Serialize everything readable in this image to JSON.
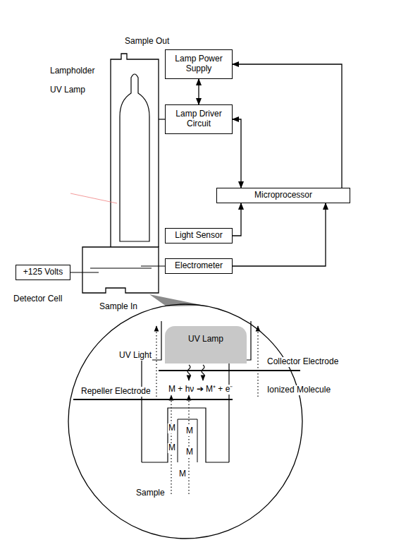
{
  "diagram": {
    "nodes": [
      {
        "text": [
          "Lamp Power Supply"
        ]
      },
      {
        "text": [
          "Lamp Driver Circuit"
        ]
      },
      {
        "text": [
          "Microprocessor"
        ]
      },
      {
        "text": [
          "Light Sensor"
        ]
      },
      {
        "text": [
          "Electrometer"
        ]
      },
      {
        "text": [
          "+125 Volts"
        ]
      },
      {
        "text": [
          "UV Lamp"
        ]
      }
    ],
    "edges": [
      {
        "from": 0,
        "to": 1,
        "arrow": "both"
      },
      {
        "from": 1,
        "to": 2,
        "arrow": "both"
      },
      {
        "from": 2,
        "to": 0,
        "arrow": "to"
      },
      {
        "from": 3,
        "to": 2,
        "arrow": "to"
      },
      {
        "from": 4,
        "to": 2,
        "arrow": "to"
      }
    ],
    "labels": [
      "Sample Out",
      "Lampholder",
      "UV Lamp",
      "Detector Cell",
      "Sample In",
      "UV Light",
      "Collector Electrode",
      "Repeller Electrode",
      "M + hν ➔ M⁺ + e⁻",
      "Ionized Molecule",
      "M",
      "M",
      "M",
      "M",
      "M",
      "Sample"
    ]
  }
}
